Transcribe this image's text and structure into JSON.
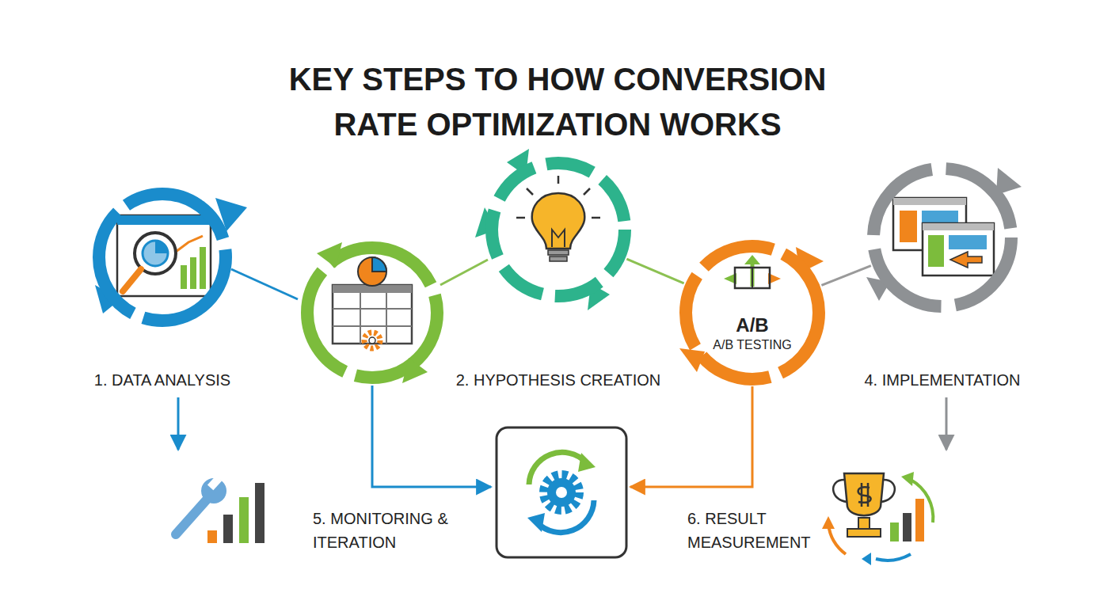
{
  "diagram": {
    "title": "KEY STEPS TO HOW CONVERSION RATE OPTIMIZATION WORKS",
    "nodes": [
      {
        "text": [
          "1. DATA ANALYSIS"
        ]
      },
      {
        "text": [
          "2. HYPOTHESIS CREATION"
        ]
      },
      {
        "text": [
          "A/B",
          "A/B TESTING"
        ]
      },
      {
        "text": [
          "4. IMPLEMENTATION"
        ]
      }
    ],
    "edges": [
      {
        "from": 1,
        "to": 2,
        "arrow": "none"
      },
      {
        "from": 2,
        "to": 3,
        "arrow": "none"
      }
    ],
    "labels": [
      "5. MONITORING & ITERATION",
      "6. RESULT MEASUREMENT"
    ]
  }
}
